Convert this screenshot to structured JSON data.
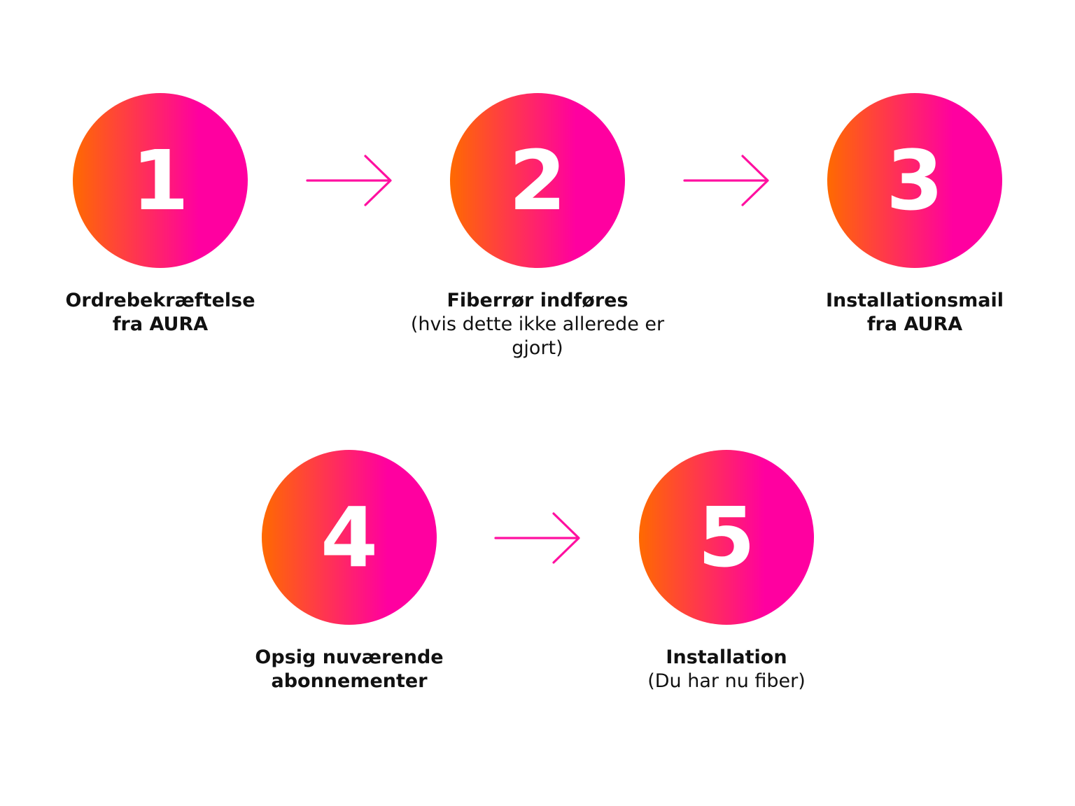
{
  "colors": {
    "gradient_start": "#ff6a00",
    "gradient_end": "#ff00a0",
    "arrow": "#ff10a0",
    "text": "#111111",
    "number": "#ffffff"
  },
  "steps": [
    {
      "number": "1",
      "title_line1": "Ordrebekræftelse",
      "title_line2": "fra AURA",
      "note": ""
    },
    {
      "number": "2",
      "title_line1": "Fiberrør indføres",
      "title_line2": "",
      "note": "(hvis dette ikke allerede er gjort)"
    },
    {
      "number": "3",
      "title_line1": "Installationsmail",
      "title_line2": "fra AURA",
      "note": ""
    },
    {
      "number": "4",
      "title_line1": "Opsig nuværende",
      "title_line2": "abonnementer",
      "note": ""
    },
    {
      "number": "5",
      "title_line1": "Installation",
      "title_line2": "",
      "note": "(Du har nu fiber)"
    }
  ],
  "arrows": [
    {
      "from": "1",
      "to": "2",
      "icon": "arrow-right-icon"
    },
    {
      "from": "2",
      "to": "3",
      "icon": "arrow-right-icon"
    },
    {
      "from": "4",
      "to": "5",
      "icon": "arrow-right-icon"
    }
  ]
}
